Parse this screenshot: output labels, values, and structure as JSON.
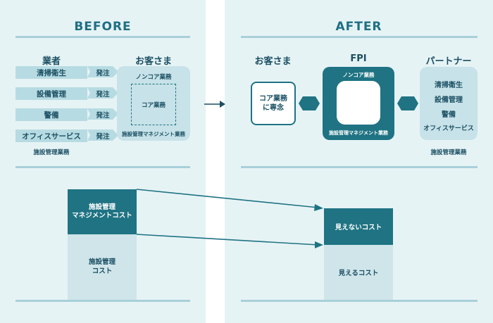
{
  "colors": {
    "panel": "#e6f3f5",
    "accent": "#1f7383",
    "light": "#b7dbe2",
    "pale": "#cfe5ea",
    "rule": "#a9d0d9"
  },
  "before": {
    "title": "BEFORE",
    "vendors_header": "業者",
    "vendors": [
      "清掃衛生",
      "設備管理",
      "警備",
      "オフィスサービス"
    ],
    "arrow_label": "発注",
    "vendors_footer": "施設管理業務",
    "customer_header": "お客さま",
    "noncore_label": "ノンコア業務",
    "core_label": "コア業務",
    "customer_footer": "施設管理マネジメント業務"
  },
  "after": {
    "title": "AFTER",
    "customer_header": "お客さま",
    "customer_box": "コア業務\nに専念",
    "fpi_header": "FPI",
    "fpi_top": "ノンコア業務",
    "fpi_bottom": "施設管理マネジメント業務",
    "partner_header": "パートナー",
    "partners": [
      "清掃衛生",
      "設備管理",
      "警備",
      "オフィスサービス"
    ],
    "partner_footer": "施設管理業務"
  },
  "cost": {
    "before_top": "施設管理\nマネジメントコスト",
    "before_bottom": "施設管理\nコスト",
    "after_top": "見えないコスト",
    "after_bottom": "見えるコスト"
  }
}
